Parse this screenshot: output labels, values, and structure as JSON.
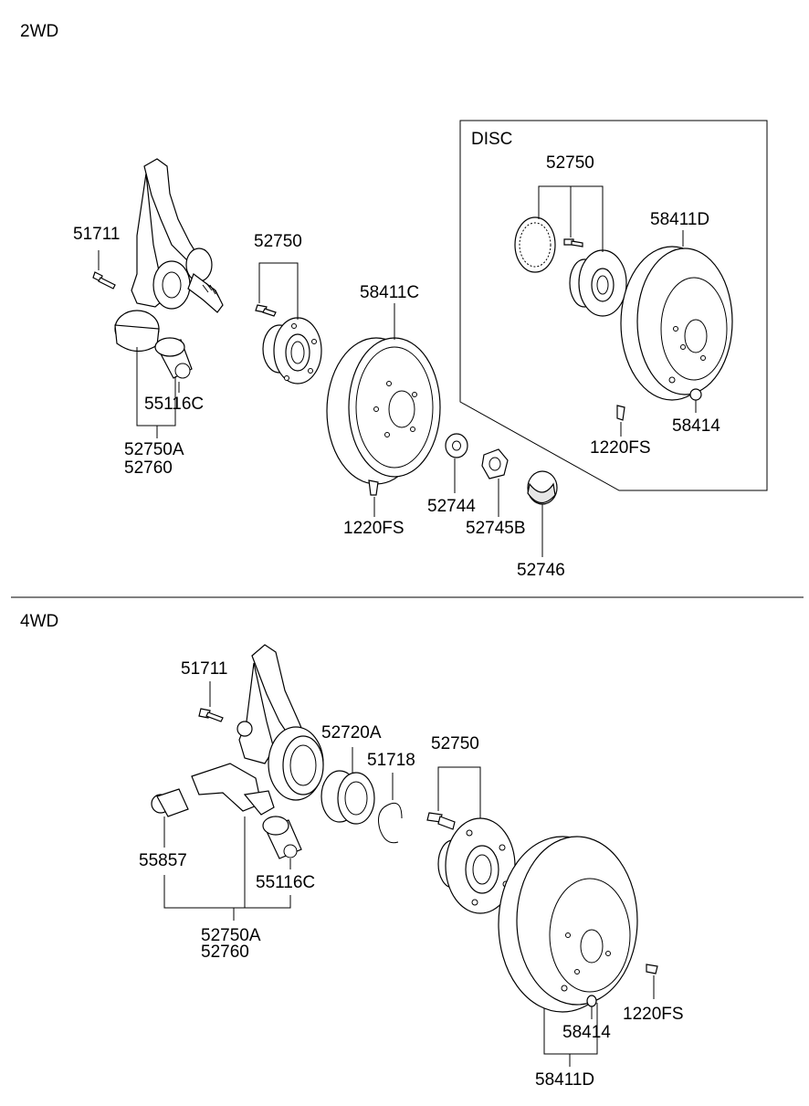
{
  "sections": {
    "two_wd": "2WD",
    "four_wd": "4WD",
    "disc": "DISC"
  },
  "labels_2wd": {
    "p51711": "51711",
    "p52750": "52750",
    "p58411c": "58411C",
    "p55116c": "55116C",
    "p52750a": "52750A",
    "p52760": "52760",
    "p1220fs": "1220FS",
    "p52744": "52744",
    "p52745b": "52745B",
    "p52746": "52746"
  },
  "labels_disc": {
    "p52750": "52750",
    "p58411d": "58411D",
    "p1220fs": "1220FS",
    "p58414": "58414"
  },
  "labels_4wd": {
    "p51711": "51711",
    "p52720a": "52720A",
    "p51718": "51718",
    "p52750": "52750",
    "p55857": "55857",
    "p55116c": "55116C",
    "p52750a": "52750A",
    "p52760": "52760",
    "p1220fs": "1220FS",
    "p58414": "58414",
    "p58411d": "58411D"
  }
}
